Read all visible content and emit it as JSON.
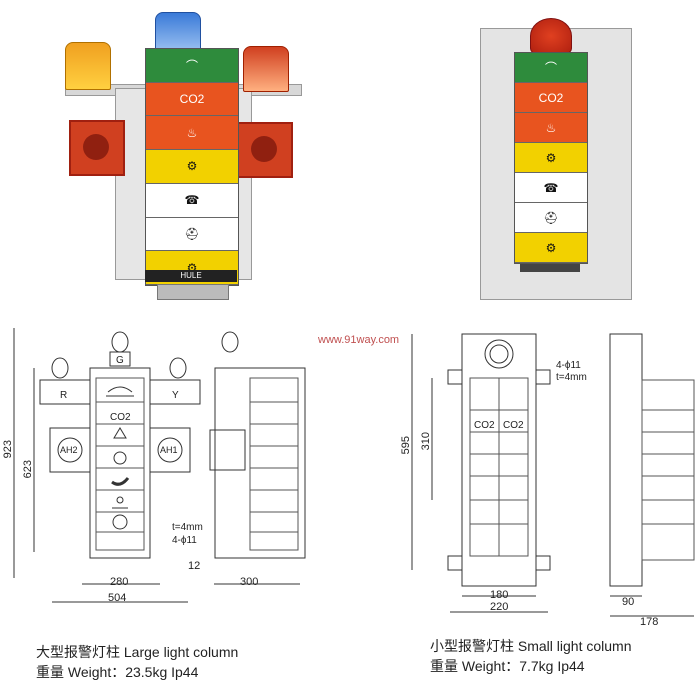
{
  "watermark": "www.91way.com",
  "photos": {
    "large": {
      "segments": [
        {
          "color": "#2e8b3c",
          "icon": "steam-icon"
        },
        {
          "color": "#e8541f",
          "text": "CO2",
          "icon": "co2-icon"
        },
        {
          "color": "#e8541f",
          "icon": "fire-icon"
        },
        {
          "color": "#f2d100",
          "icon": "gear-icon"
        },
        {
          "color": "#ffffff",
          "icon": "phone-icon"
        },
        {
          "color": "#ffffff",
          "icon": "person-icon"
        },
        {
          "color": "#f2d100",
          "icon": "gear-person-icon"
        }
      ],
      "brand": "HULE"
    },
    "small": {
      "segments": [
        {
          "color": "#2e8b3c",
          "icon": "steam-icon"
        },
        {
          "color": "#e8541f",
          "text": "CO2",
          "icon": "co2-icon"
        },
        {
          "color": "#e8541f",
          "icon": "fire-icon"
        },
        {
          "color": "#f2d100",
          "icon": "gear-icon"
        },
        {
          "color": "#ffffff",
          "icon": "phone-icon"
        },
        {
          "color": "#ffffff",
          "icon": "person-icon"
        },
        {
          "color": "#f2d100",
          "icon": "gear-person-icon"
        }
      ]
    }
  },
  "large_drawing": {
    "lamp_top": "G",
    "lamp_left": "R",
    "lamp_right": "Y",
    "horn_left": "AH2",
    "horn_right": "AH1",
    "co2": "CO2",
    "dim_923": "923",
    "dim_623": "623",
    "dim_t": "t=4mm",
    "dim_hole": "4-ϕ11",
    "dim_280": "280",
    "dim_504": "504",
    "dim_12": "12",
    "dim_300": "300"
  },
  "small_drawing": {
    "co2_a": "CO2",
    "co2_b": "CO2",
    "dim_hole": "4-ϕ11",
    "dim_t": "t=4mm",
    "dim_595": "595",
    "dim_310": "310",
    "dim_180": "180",
    "dim_220": "220",
    "dim_90": "90",
    "dim_178": "178"
  },
  "captions": {
    "large_title": "大型报警灯柱 Large light column",
    "large_weight": "重量 Weight：23.5kg Ip44",
    "small_title": "小型报警灯柱 Small light column",
    "small_weight": "重量 Weight：7.7kg Ip44"
  }
}
